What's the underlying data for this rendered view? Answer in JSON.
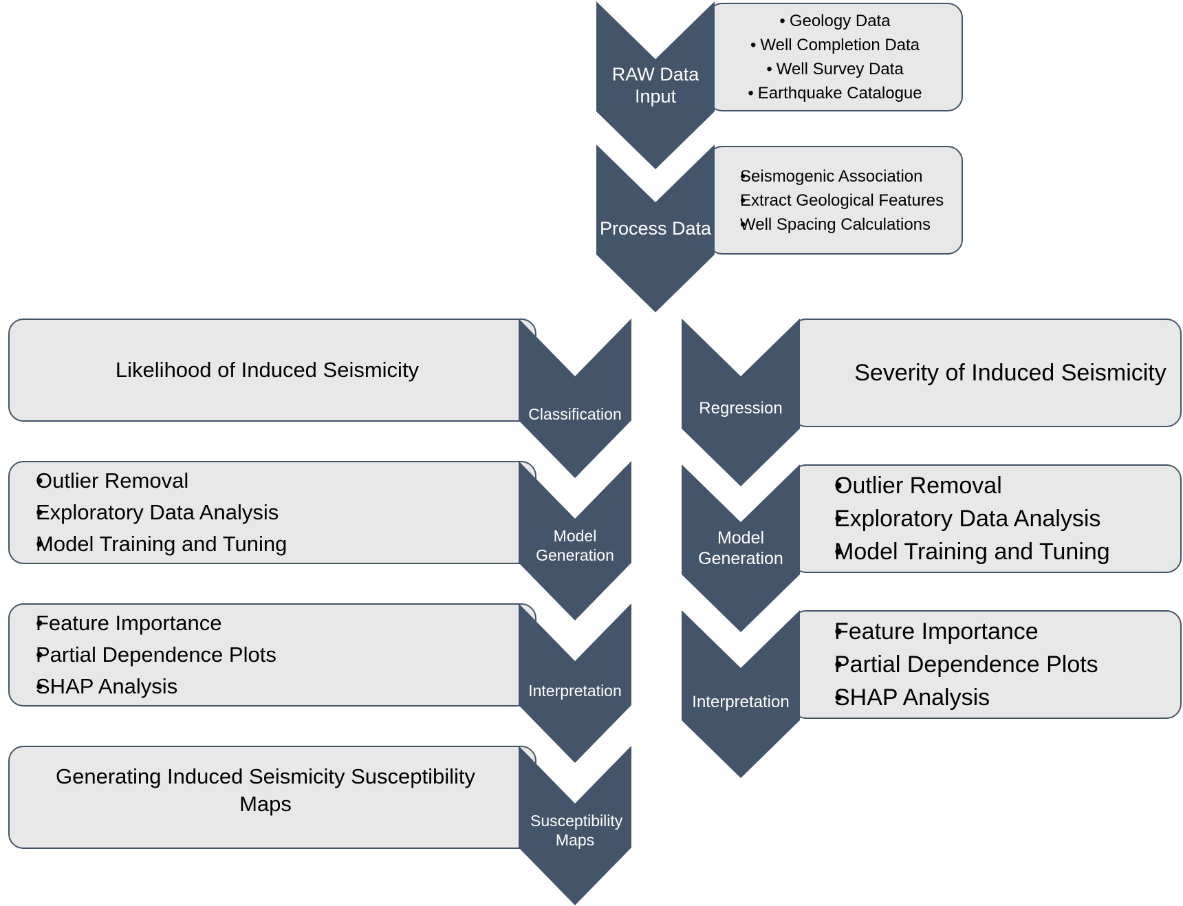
{
  "top": {
    "raw": {
      "label": "RAW Data Input",
      "items": [
        "Geology Data",
        "Well Completion Data",
        "Well Survey Data",
        "Earthquake Catalogue"
      ]
    },
    "process": {
      "label": "Process Data",
      "items": [
        "Seismogenic Association",
        "Extract Geological Features",
        "Well Spacing Calculations"
      ]
    }
  },
  "left": {
    "classification": {
      "label": "Classification",
      "text": "Likelihood of Induced Seismicity"
    },
    "model": {
      "label": "Model Generation",
      "items": [
        "Outlier Removal",
        "Exploratory Data Analysis",
        "Model Training and Tuning"
      ]
    },
    "interpretation": {
      "label": "Interpretation",
      "items": [
        "Feature Importance",
        "Partial Dependence Plots",
        "SHAP Analysis"
      ]
    },
    "maps": {
      "label": "Susceptibility Maps",
      "text": "Generating Induced Seismicity Susceptibility Maps"
    }
  },
  "right": {
    "regression": {
      "label": "Regression",
      "text": "Severity of Induced Seismicity"
    },
    "model": {
      "label": "Model Generation",
      "items": [
        "Outlier Removal",
        "Exploratory Data Analysis",
        "Model Training and Tuning"
      ]
    },
    "interpretation": {
      "label": "Interpretation",
      "items": [
        "Feature Importance",
        "Partial Dependence Plots",
        "SHAP Analysis"
      ]
    }
  },
  "colors": {
    "chevron": "#44546a",
    "box_fill": "#e8e8e8",
    "box_border": "#44546a"
  }
}
